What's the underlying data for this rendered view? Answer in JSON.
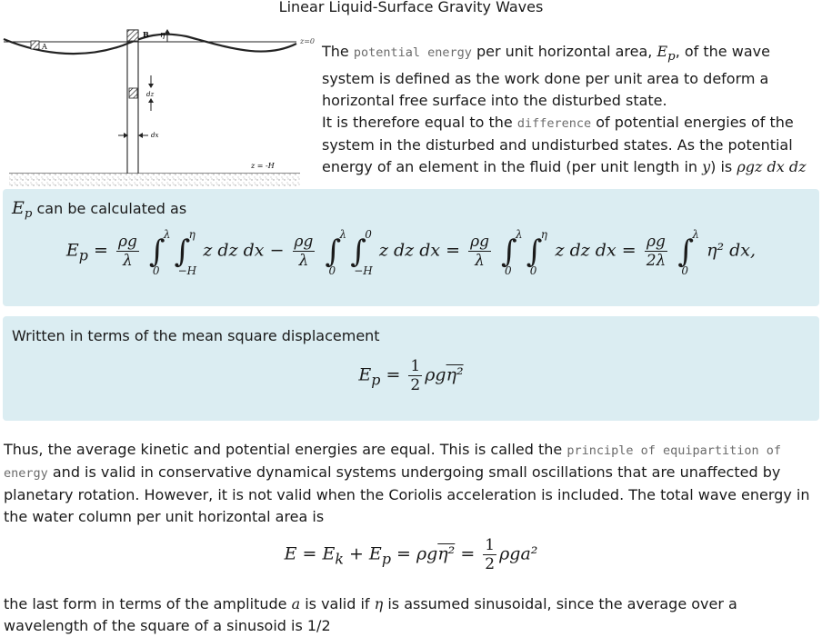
{
  "title": "Linear Liquid-Surface Gravity Waves",
  "figure": {
    "labels": {
      "a": "A",
      "b": "B",
      "eta": "η",
      "dz": "dz",
      "dx": "dx",
      "surface": "z=0",
      "bottom": "z = -H"
    }
  },
  "intro": {
    "p1_a": "The ",
    "p1_code": "potential energy",
    "p1_b": " per unit horizontal area, ",
    "p1_sym": "E",
    "p1_sub": "p",
    "p1_c": ", of the wave system is defined as the work done per unit area to deform a horizontal free surface into the disturbed state.",
    "p2_a": "It is therefore equal to the ",
    "p2_code": "difference",
    "p2_b": " of potential energies of the system in the disturbed and undisturbed states. As the potential energy of an element in the fluid (per unit length in ",
    "p2_y": "y",
    "p2_c": ") is ",
    "p2_expr": "ρgz dx dz"
  },
  "box1": {
    "label_sym": "E",
    "label_sub": "p",
    "label_text": " can be calculated as",
    "eq": {
      "lhs": "E",
      "lhs_sub": "p",
      "eqsign": "=",
      "minus": "−",
      "num": "ρg",
      "den": "λ",
      "den2": "2λ",
      "lam": "λ",
      "eta": "η",
      "zero": "0",
      "negH": "−H",
      "zdzdx": "z dz dx",
      "eta2dx": "η² dx,"
    }
  },
  "box2": {
    "label": "Written in terms of the mean square displacement",
    "eq": {
      "lhs": "E",
      "lhs_sub": "p",
      "eqsign": "=",
      "one": "1",
      "two": "2",
      "rhs": "ρg",
      "rhs_ov": "η²"
    }
  },
  "para": {
    "a": "Thus, the average kinetic and potential energies are equal. This is called the ",
    "code": "principle of equipartition of energy",
    "b": " and is valid in conservative dynamical systems undergoing small oscillations that are unaffected by planetary rotation. However, it is not valid when the Coriolis acceleration is included. The total wave energy in the water column per unit horizontal area is"
  },
  "eq3": {
    "lhs": "E = E",
    "k": "k",
    "plus": " + E",
    "p": "p",
    "eqsign": " = ρg",
    "ov": "η²",
    "eqsign2": " = ",
    "one": "1",
    "two": "2",
    "end": "ρga²"
  },
  "last": {
    "a": "the last form in terms of the amplitude ",
    "amp": "a",
    "b": " is valid if ",
    "eta": "η",
    "c": " is assumed sinusoidal, since the average over a wavelength of the square of a sinusoid is 1/2"
  }
}
